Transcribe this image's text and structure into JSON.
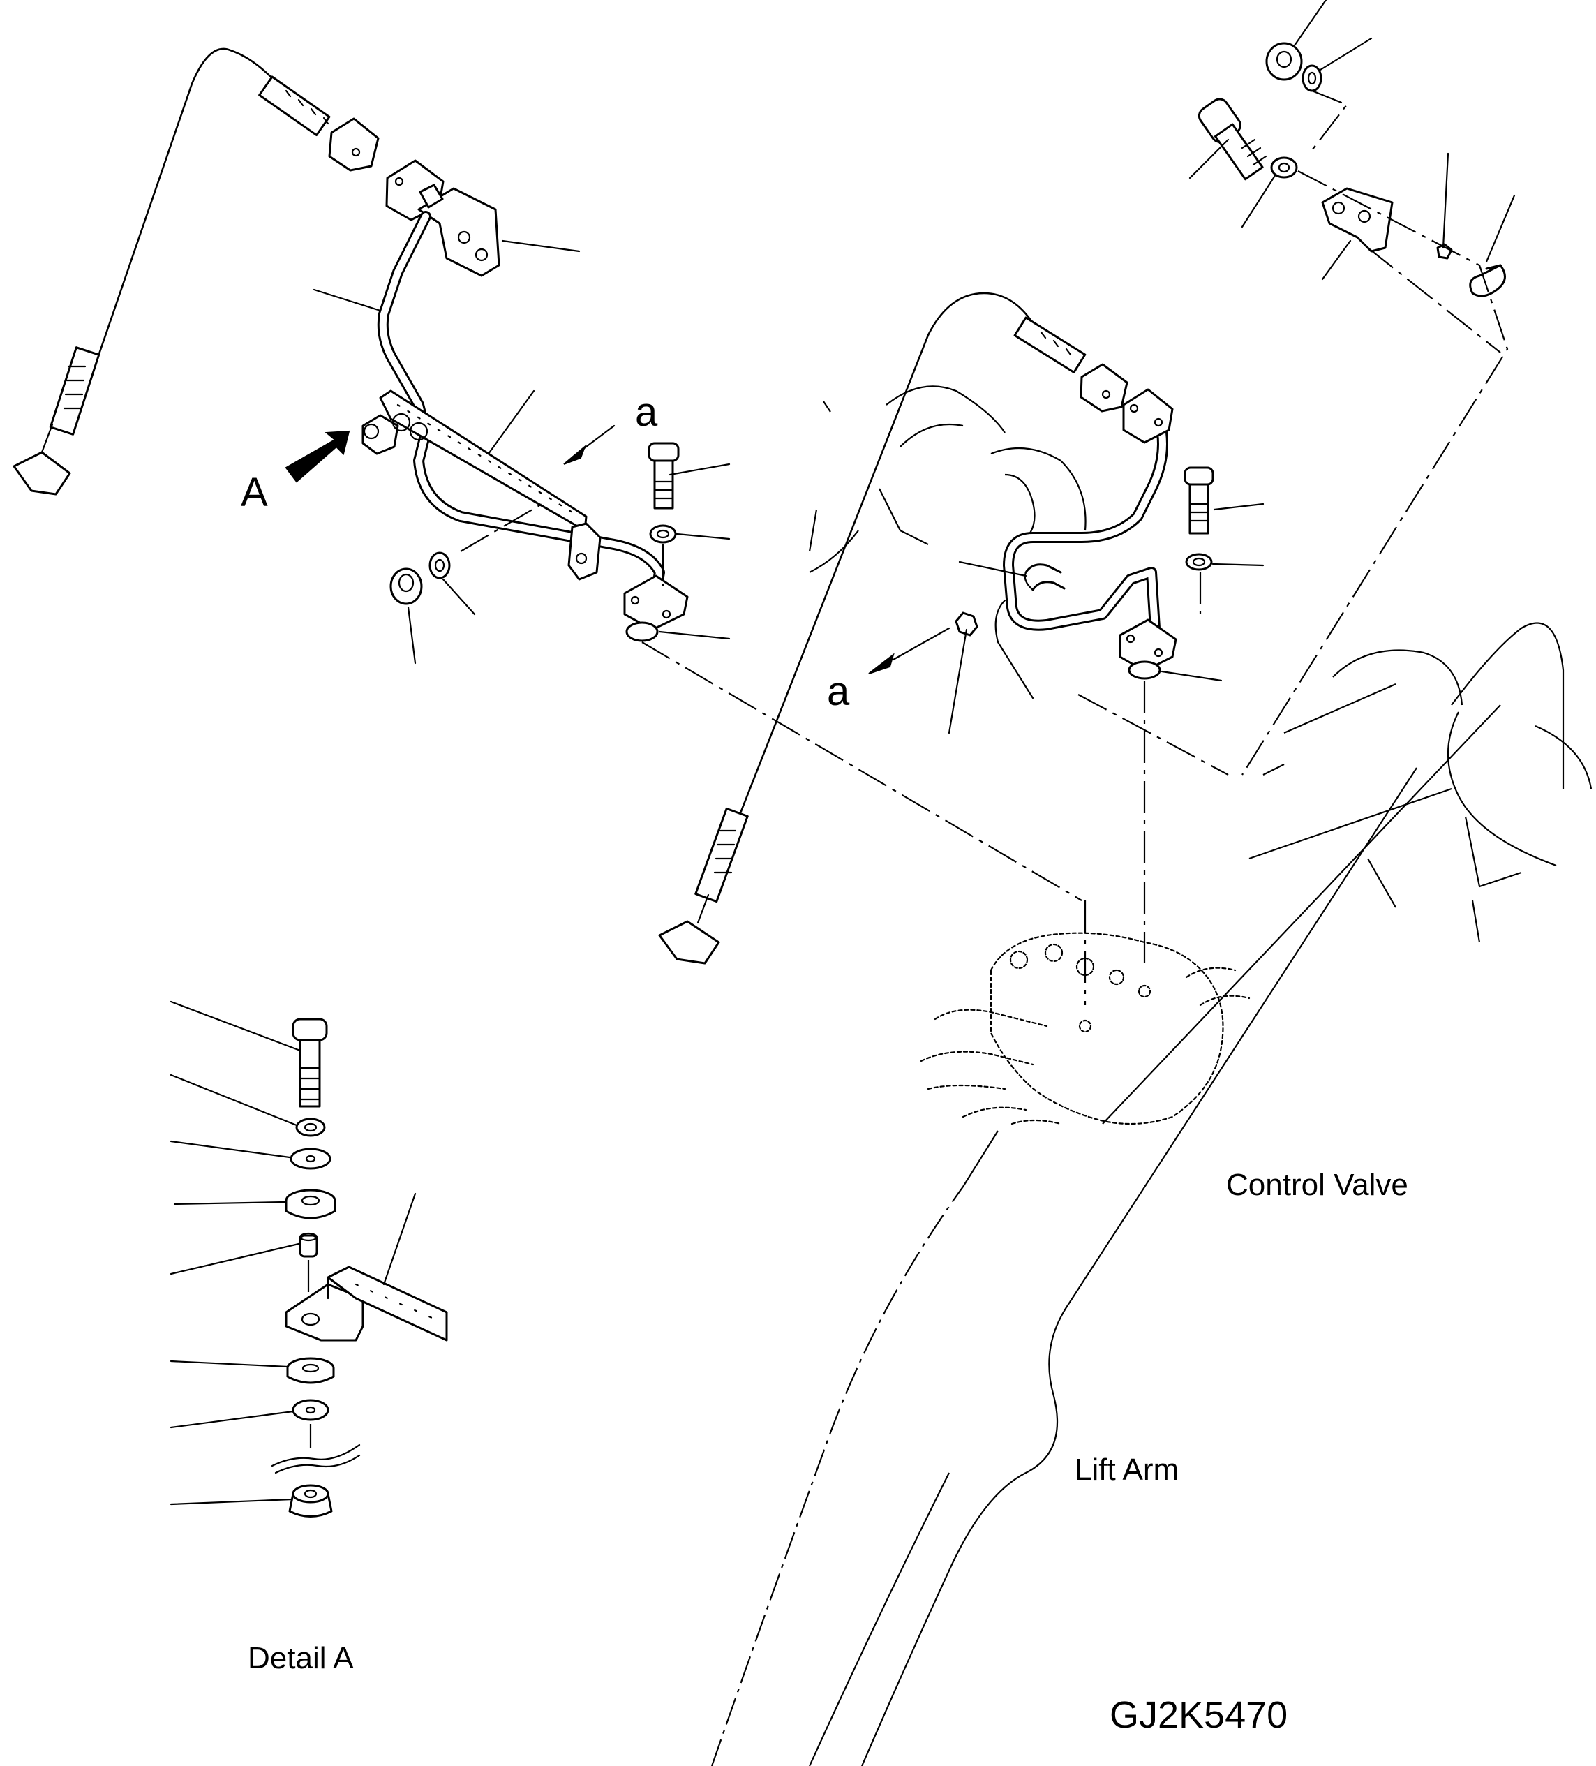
{
  "labels": {
    "view_arrow": "A",
    "pointer_a_left": "a",
    "pointer_a_right": "a",
    "control_valve": "Control Valve",
    "lift_arm": "Lift Arm",
    "detail_a": "Detail A",
    "drawing_number": "GJ2K5470"
  }
}
